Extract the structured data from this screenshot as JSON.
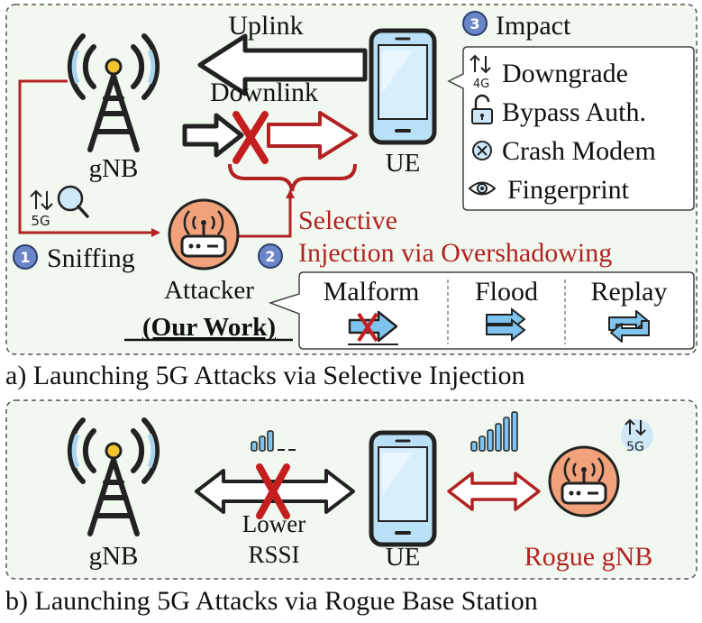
{
  "panel_a": {
    "caption": "a) Launching 5G Attacks via Selective Injection",
    "gnb_label": "gNB",
    "ue_label": "UE",
    "uplink_label": "Uplink",
    "downlink_label": "Downlink",
    "attacker_label": "Attacker",
    "our_work_label": "(Our Work)",
    "step1": {
      "number": "1",
      "label": "Sniffing"
    },
    "step2": {
      "number": "2",
      "label_line1": "Selective",
      "label_line2": "Injection via Overshadowing"
    },
    "step3": {
      "number": "3",
      "label": "Impact"
    },
    "sniff_icon_text": "5G",
    "impacts": [
      {
        "icon": "downgrade-4g-icon",
        "icon_text": "4G",
        "label": "Downgrade"
      },
      {
        "icon": "lock-icon",
        "label": "Bypass Auth."
      },
      {
        "icon": "crash-x-icon",
        "label": "Crash Modem"
      },
      {
        "icon": "eye-icon",
        "label": "Fingerprint"
      }
    ],
    "injection_types": [
      {
        "icon": "malform-arrow-icon",
        "label": "Malform"
      },
      {
        "icon": "flood-arrows-icon",
        "label": "Flood"
      },
      {
        "icon": "replay-arrows-icon",
        "label": "Replay"
      }
    ]
  },
  "panel_b": {
    "caption": "b) Launching 5G Attacks via Rogue Base Station",
    "gnb_label": "gNB",
    "ue_label": "UE",
    "rssi_line1": "Lower",
    "rssi_line2": "RSSI",
    "rogue_label": "Rogue gNB",
    "rogue_icon_text": "5G"
  },
  "colors": {
    "accent_red": "#b22222",
    "panel_bg": "#f1f8ef",
    "tower_blue": "#a9d4f0",
    "phone_blue": "#b9e0f7",
    "router_orange": "#f2a27a",
    "step_badge": "#6a86c9"
  }
}
